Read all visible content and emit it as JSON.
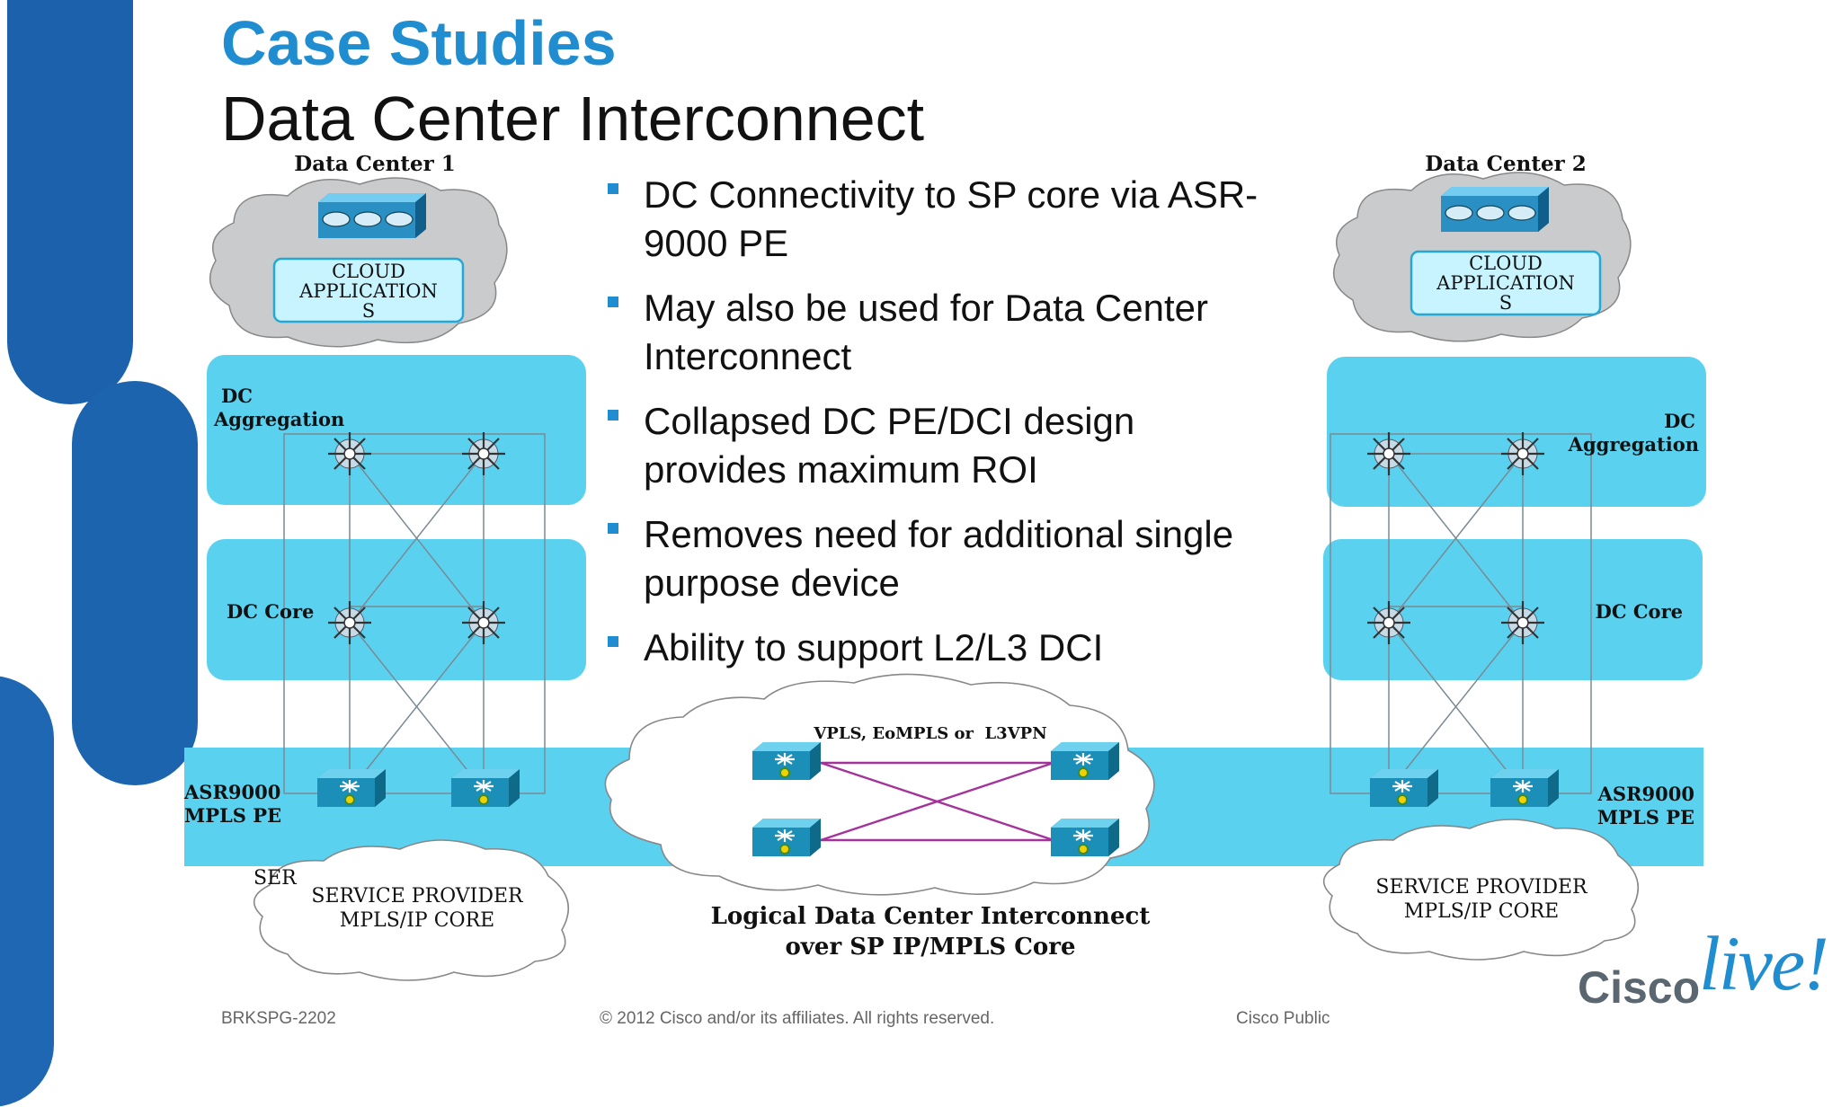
{
  "title": "Case Studies",
  "subtitle": "Data Center Interconnect",
  "bullets": [
    "DC Connectivity to SP core via ASR-9000 PE",
    "May also be used for Data Center Interconnect",
    "Collapsed DC PE/DCI design provides maximum ROI",
    "Removes need for additional single purpose device",
    "Ability to support L2/L3 DCI"
  ],
  "diagram": {
    "dc1": {
      "title": "Data Center 1",
      "cloud_app_lines": [
        "CLOUD",
        "APPLICATION",
        "S"
      ],
      "aggregation_lines": [
        "DC",
        "Aggregation"
      ],
      "core": "DC Core",
      "pe_lines": [
        "ASR9000",
        "MPLS PE"
      ],
      "sp_cloud_lines": [
        "SERVICE PROVIDER",
        "MPLS/IP CORE"
      ],
      "sp_cloud_fragment": "SER"
    },
    "dc2": {
      "title": "Data Center 2",
      "cloud_app_lines": [
        "CLOUD",
        "APPLICATION",
        "S"
      ],
      "aggregation_lines": [
        "DC",
        "Aggregation"
      ],
      "core": "DC Core",
      "pe_lines": [
        "ASR9000",
        "MPLS PE"
      ],
      "sp_cloud_lines": [
        "SERVICE PROVIDER",
        "MPLS/IP CORE"
      ]
    },
    "center_cloud_label": "VPLS, EoMPLS or  L3VPN",
    "caption_lines": [
      "Logical Data Center Interconnect",
      "over SP IP/MPLS Core"
    ]
  },
  "footer": {
    "session_code": "BRKSPG-2202",
    "copyright": "© 2012 Cisco and/or its affiliates. All rights reserved.",
    "classification": "Cisco Public"
  },
  "logo": {
    "brand": "Cisco",
    "event": "live!"
  },
  "colors": {
    "accent": "#1f8dd0",
    "band": "#5ad2ef",
    "dark_blue": "#1d5b9e",
    "pink_link": "#a3339a"
  }
}
